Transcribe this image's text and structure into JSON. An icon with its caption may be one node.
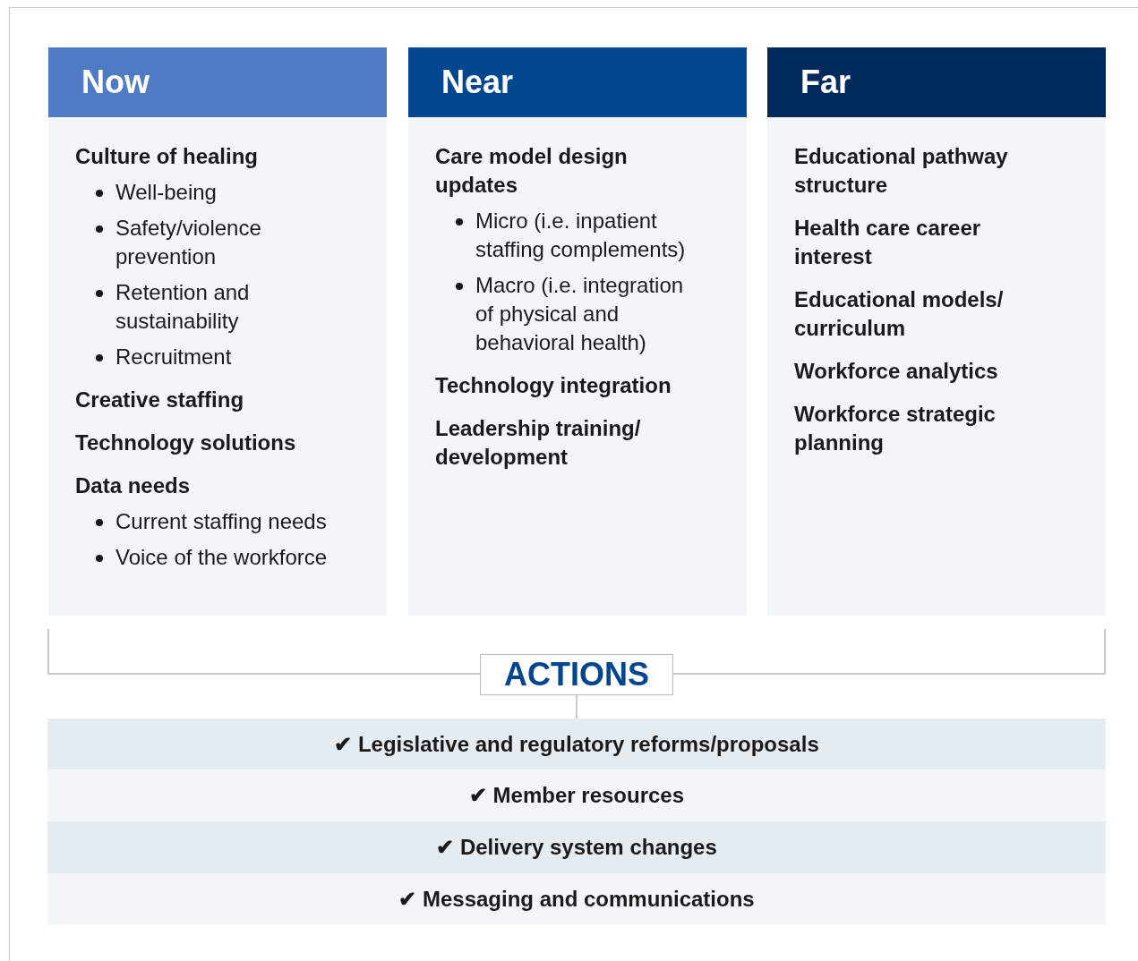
{
  "diagram": {
    "nodes": [
      {
        "text": [
          "Now",
          "Culture of healing",
          "Well-being",
          "Safety/violence prevention",
          "Retention and sustainability",
          "Recruitment",
          "Creative staffing",
          "Technology solutions",
          "Data needs",
          "Current staffing needs",
          "Voice of the workforce"
        ]
      },
      {
        "text": [
          "Near",
          "Care model design updates",
          "Micro (i.e. inpatient staffing complements)",
          "Macro (i.e. integration of physical and behavioral health)",
          "Technology integration",
          "Leadership training/ development"
        ]
      },
      {
        "text": [
          "Far",
          "Educational pathway structure",
          "Health care career interest",
          "Educational models/ curriculum",
          "Workforce analytics",
          "Workforce strategic planning"
        ]
      },
      {
        "text": [
          "ACTIONS"
        ]
      },
      {
        "text": [
          "✔ Legislative and regulatory reforms/proposals"
        ]
      },
      {
        "text": [
          "✔ Member resources"
        ]
      },
      {
        "text": [
          "✔ Delivery system changes"
        ]
      },
      {
        "text": [
          "✔ Messaging and communications"
        ]
      }
    ],
    "edges": [
      {
        "from": 3,
        "to": 4,
        "arrow": "none"
      }
    ]
  }
}
